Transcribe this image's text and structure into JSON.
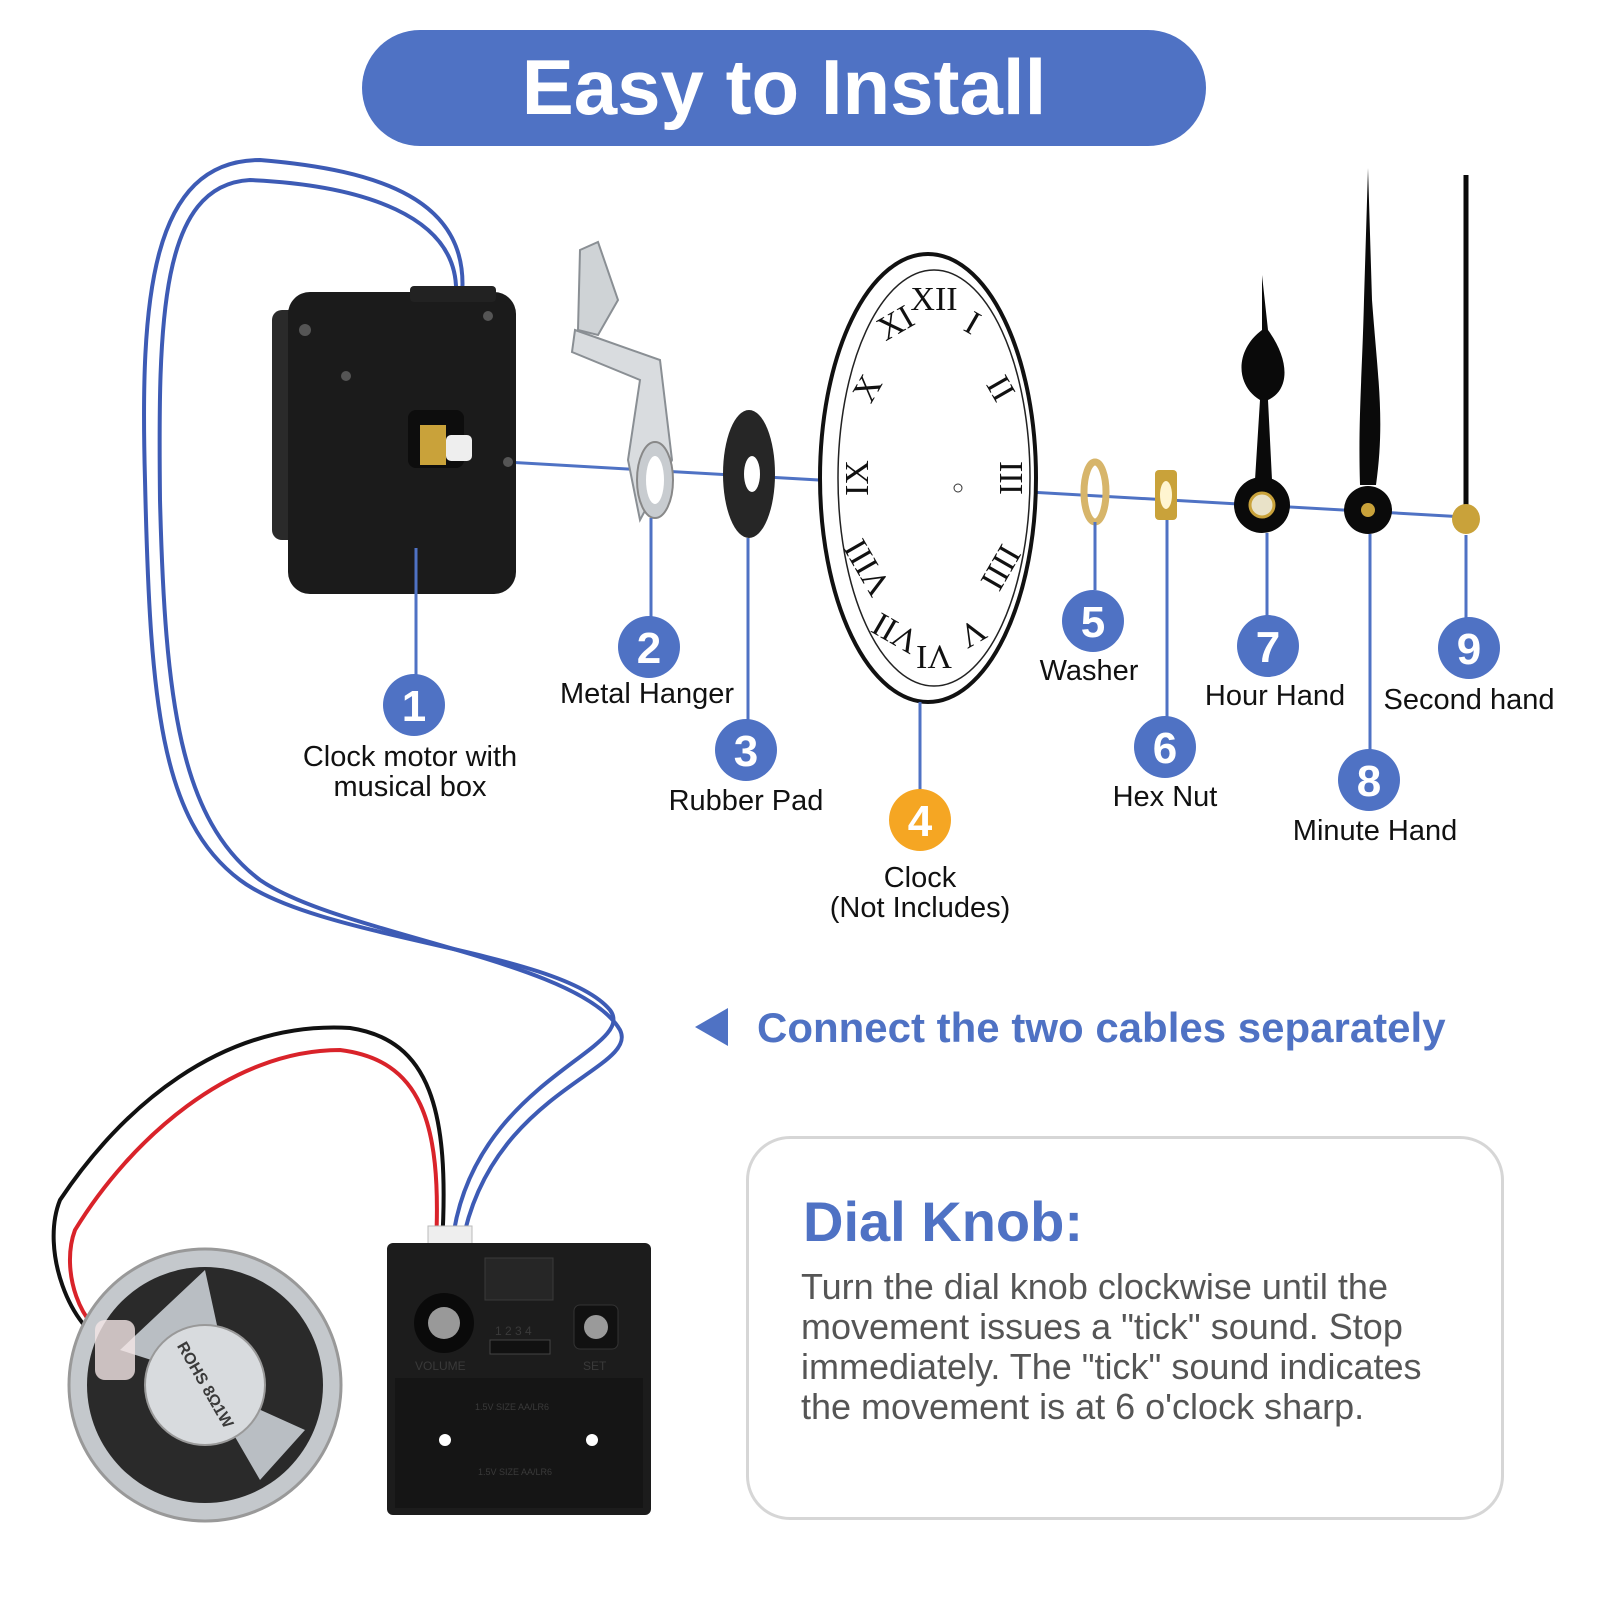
{
  "header": {
    "title": "Easy to Install"
  },
  "colors": {
    "accent": "#4f72c4",
    "highlight": "#f5a623",
    "wire_blue": "#3d5bb5",
    "wire_red": "#d9232a"
  },
  "parts": [
    {
      "number": "1",
      "label_lines": [
        "Clock motor with",
        "musical box"
      ]
    },
    {
      "number": "2",
      "label_lines": [
        "Metal Hanger"
      ]
    },
    {
      "number": "3",
      "label_lines": [
        "Rubber Pad"
      ]
    },
    {
      "number": "4",
      "label_lines": [
        "Clock",
        "(Not Includes)"
      ]
    },
    {
      "number": "5",
      "label_lines": [
        "Washer"
      ]
    },
    {
      "number": "6",
      "label_lines": [
        "Hex Nut"
      ]
    },
    {
      "number": "7",
      "label_lines": [
        "Hour Hand"
      ]
    },
    {
      "number": "8",
      "label_lines": [
        "Minute Hand"
      ]
    },
    {
      "number": "9",
      "label_lines": [
        "Second hand"
      ]
    }
  ],
  "clock_numerals": [
    "XII",
    "I",
    "II",
    "III",
    "IIII",
    "V",
    "VI",
    "VII",
    "VIII",
    "IX",
    "X",
    "XI"
  ],
  "connect_note": "Connect the two cables separately",
  "device": {
    "volume_label": "VOLUME",
    "set_label": "SET",
    "switch_positions": "1 2 3 4",
    "battery_label": "1.5V SIZE AA/LR6",
    "speaker_label": "ROHS 8Ω1W"
  },
  "dial_knob": {
    "title": "Dial Knob:",
    "text": "Turn the dial knob clockwise until the movement issues a \"tick\" sound. Stop immediately. The \"tick\" sound indicates the movement is at 6 o'clock sharp."
  }
}
